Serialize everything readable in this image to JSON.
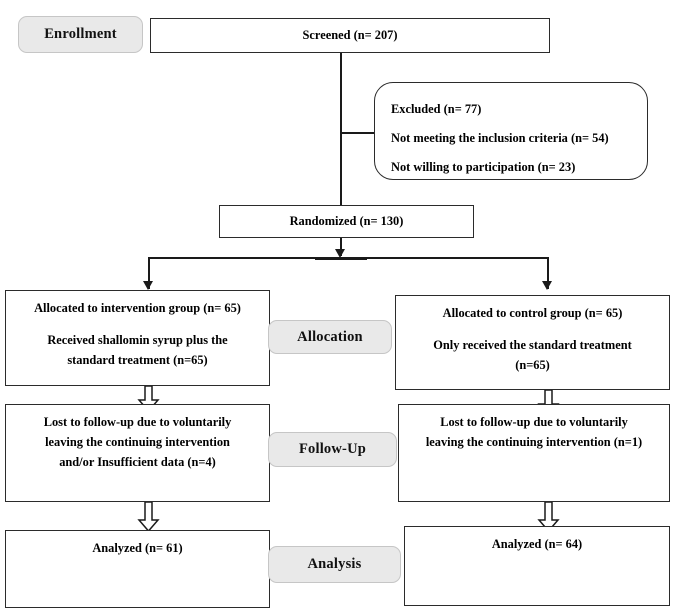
{
  "figure": {
    "type": "consort-flow-diagram",
    "title": "CONSORT participant flow diagram"
  },
  "stages": [
    {
      "id": "enrollment",
      "label": "Enrollment"
    },
    {
      "id": "allocation",
      "label": "Allocation"
    },
    {
      "id": "followup",
      "label": "Follow-Up"
    },
    {
      "id": "analysis",
      "label": "Analysis"
    }
  ],
  "nodes": {
    "screened": {
      "lines": [
        "Screened (n= 207)"
      ]
    },
    "excluded": {
      "lines": [
        "Excluded (n= 77)",
        "Not meeting the inclusion criteria (n= 54)",
        "Not willing to participation (n= 23)"
      ]
    },
    "randomized": {
      "lines": [
        "Randomized (n= 130)"
      ]
    },
    "allocated_intervention": {
      "lines": [
        "Allocated to intervention group (n= 65)",
        "Received shallomin syrup plus the",
        "standard treatment (n=65)"
      ]
    },
    "allocated_control": {
      "lines": [
        "Allocated to control group (n= 65)",
        "Only received the standard treatment",
        "(n=65)"
      ]
    },
    "lost_intervention": {
      "lines": [
        "Lost to follow-up due to voluntarily",
        "leaving the continuing intervention",
        "and/or Insufficient data (n=4)"
      ]
    },
    "lost_control": {
      "lines": [
        "Lost to follow-up due to voluntarily",
        "leaving the continuing intervention (n=1)"
      ]
    },
    "analyzed_intervention": {
      "lines": [
        "Analyzed (n= 61)"
      ]
    },
    "analyzed_control": {
      "lines": [
        "Analyzed (n= 64)"
      ]
    }
  },
  "counts": {
    "screened": 207,
    "excluded_total": 77,
    "excluded_not_meeting_criteria": 54,
    "excluded_not_willing": 23,
    "randomized": 130,
    "allocated_intervention": 65,
    "received_intervention": 65,
    "allocated_control": 65,
    "received_control": 65,
    "lost_intervention": 4,
    "lost_control": 1,
    "analyzed_intervention": 61,
    "analyzed_control": 64
  },
  "colors": {
    "background": "#ffffff",
    "box_border": "#2b2b2b",
    "connector": "#1a1a1a",
    "stage_pill_fill": "#e9e9e9",
    "stage_pill_border": "#c6c6c6",
    "text": "#000000"
  }
}
